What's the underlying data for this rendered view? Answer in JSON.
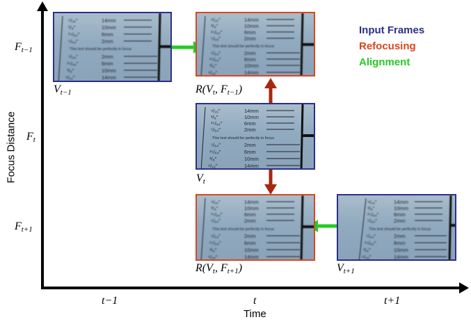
{
  "legend": {
    "input_frames": "Input Frames",
    "refocusing": "Refocusing",
    "alignment": "Alignment"
  },
  "axes": {
    "y_title": "Focus Distance",
    "x_title": "Time"
  },
  "y_ticks": [
    {
      "base": "F",
      "sub": "t−1"
    },
    {
      "base": "F",
      "sub": "t"
    },
    {
      "base": "F",
      "sub": "t+1"
    }
  ],
  "x_ticks": [
    "t−1",
    "t",
    "t+1"
  ],
  "frame_labels": {
    "v_prev": {
      "base": "V",
      "sub": "t−1"
    },
    "r_prev": {
      "pre": "R(V",
      "sub1": "t",
      "mid": ", F",
      "sub2": "t−1",
      "post": ")"
    },
    "v_t": {
      "base": "V",
      "sub": "t"
    },
    "r_next": {
      "pre": "R(V",
      "sub1": "t",
      "mid": ", F",
      "sub2": "t+1",
      "post": ")"
    },
    "v_next": {
      "base": "V",
      "sub": "t+1"
    }
  },
  "colors": {
    "input": "#2c2f8a",
    "refocus": "#d9471f",
    "alignment": "#22cc22",
    "refocus_arrow": "#a6280f"
  }
}
